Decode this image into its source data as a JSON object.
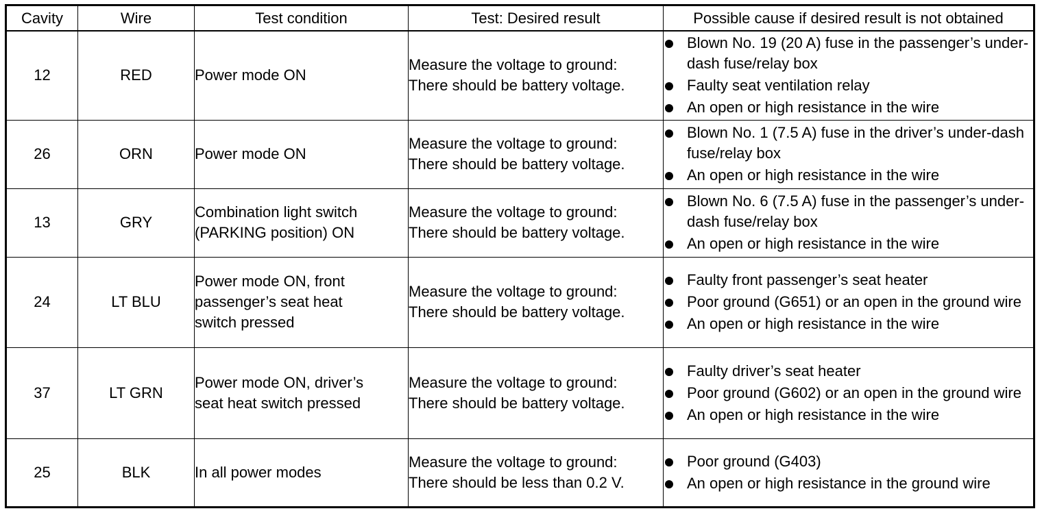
{
  "table": {
    "headers": {
      "cavity": "Cavity",
      "wire": "Wire",
      "condition": "Test condition",
      "result": "Test: Desired result",
      "cause": "Possible cause if desired result is not obtained"
    },
    "rows": [
      {
        "cavity": "12",
        "wire": "RED",
        "condition": "Power mode ON",
        "result": "Measure the voltage to ground:\nThere should be battery voltage.",
        "causes": [
          "Blown No. 19 (20 A) fuse in the passenger’s under-dash fuse/relay box",
          "Faulty seat ventilation relay",
          "An open or high resistance in the wire"
        ]
      },
      {
        "cavity": "26",
        "wire": "ORN",
        "condition": "Power mode ON",
        "result": "Measure the voltage to ground:\nThere should be battery voltage.",
        "causes": [
          "Blown No. 1 (7.5 A) fuse in the driver’s under-dash fuse/relay box",
          "An open or high resistance in the wire"
        ]
      },
      {
        "cavity": "13",
        "wire": "GRY",
        "condition": "Combination light switch\n(PARKING position) ON",
        "result": "Measure the voltage to ground:\nThere should be battery voltage.",
        "causes": [
          "Blown No. 6 (7.5 A) fuse in the passenger’s under-dash fuse/relay box",
          "An open or high resistance in the wire"
        ]
      },
      {
        "cavity": "24",
        "wire": "LT BLU",
        "condition": "Power mode ON, front\npassenger’s seat heat\nswitch pressed",
        "result": "Measure the voltage to ground:\nThere should be battery voltage.",
        "causes": [
          "Faulty front passenger’s seat heater",
          "Poor ground (G651) or an open in the ground wire",
          "An open or high resistance in the wire"
        ]
      },
      {
        "cavity": "37",
        "wire": "LT GRN",
        "condition": "Power mode ON, driver’s\nseat heat switch pressed",
        "result": "Measure the voltage to ground:\nThere should be battery voltage.",
        "causes": [
          "Faulty driver’s seat heater",
          "Poor ground (G602) or an open in the ground wire",
          "An open or high resistance in the wire"
        ]
      },
      {
        "cavity": "25",
        "wire": "BLK",
        "condition": "In all power modes",
        "result": "Measure the voltage to ground:\nThere should be less than 0.2 V.",
        "causes": [
          "Poor ground (G403)",
          "An open or high resistance in the ground wire"
        ]
      }
    ]
  }
}
